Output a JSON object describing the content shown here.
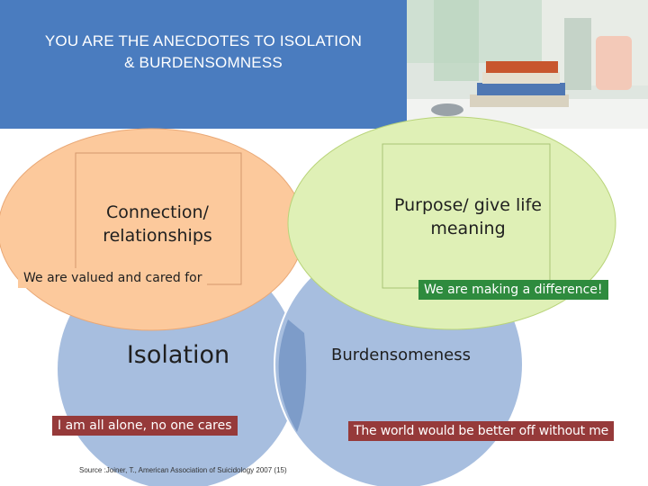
{
  "title": "YOU ARE THE ANECDOTES TO ISOLATION\n& BURDENSOMNESS",
  "circles": {
    "connection": {
      "label": "Connection/ relationships",
      "note": "We are valued and cared for",
      "color": "#fcc99c"
    },
    "purpose": {
      "label": "Purpose/ give life meaning",
      "note": "We are making a difference!",
      "color": "#dff0b6"
    },
    "isolation": {
      "label": "Isolation",
      "note": "I am all alone, no one cares",
      "color": "#a7bedf"
    },
    "burden": {
      "label": "Burdensomeness",
      "note": "The world would be better off without me",
      "color": "#a7bedf"
    }
  },
  "colors": {
    "title_bg": "#4a7cbf",
    "note_dark": "#963a3a",
    "note_green": "#2e8b3e"
  },
  "source": "Source :Joiner, T., American Association of Suicidology 2007 (15)"
}
